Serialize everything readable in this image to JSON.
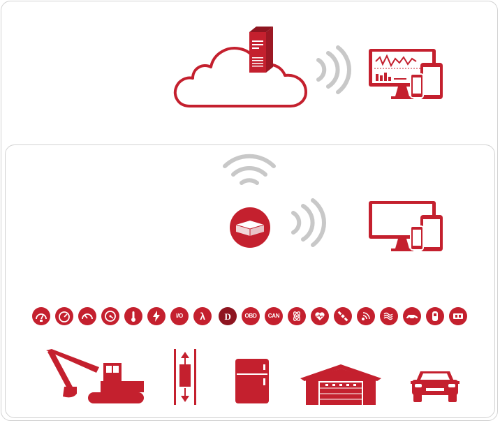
{
  "colors": {
    "accent": "#c4202e",
    "wifi": "#c8c8c8",
    "border": "#d2d2d2",
    "background": "#ffffff"
  },
  "cloud_section": {
    "cloud_icon": "cloud-icon",
    "server_icon": "server-icon",
    "signal_icon": "wireless-signal-icon",
    "devices_icon": "monitor-tablet-phone-dashboard-icon"
  },
  "local_section": {
    "wifi_icon": "wifi-icon",
    "gateway_icon": "gateway-box-icon",
    "signal_icon": "wireless-signal-icon",
    "devices_icon": "monitor-tablet-phone-icon"
  },
  "sensors": [
    {
      "icon": "gauge-fuel-icon",
      "label": ""
    },
    {
      "icon": "speedometer-icon",
      "label": ""
    },
    {
      "icon": "tachometer-icon",
      "label": ""
    },
    {
      "icon": "pressure-gauge-icon",
      "label": ""
    },
    {
      "icon": "thermometer-icon",
      "label": ""
    },
    {
      "icon": "lightning-icon",
      "label": ""
    },
    {
      "icon": "io-icon",
      "label": "I/O"
    },
    {
      "icon": "lambda-icon",
      "label": "λ"
    },
    {
      "icon": "d-icon",
      "label": "D"
    },
    {
      "icon": "obd-icon",
      "label": "OBD"
    },
    {
      "icon": "can-icon",
      "label": "CAN"
    },
    {
      "icon": "motion-sensor-icon",
      "label": ""
    },
    {
      "icon": "heart-monitor-icon",
      "label": ""
    },
    {
      "icon": "satellite-icon",
      "label": ""
    },
    {
      "icon": "rfid-signal-icon",
      "label": ""
    },
    {
      "icon": "heater-icon",
      "label": ""
    },
    {
      "icon": "vehicle-top-icon",
      "label": ""
    },
    {
      "icon": "car-seat-icon",
      "label": ""
    },
    {
      "icon": "door-sensor-icon",
      "label": ""
    }
  ],
  "assets": [
    {
      "icon": "excavator-icon"
    },
    {
      "icon": "elevator-icon"
    },
    {
      "icon": "refrigerator-icon"
    },
    {
      "icon": "garage-icon"
    },
    {
      "icon": "car-icon"
    }
  ]
}
